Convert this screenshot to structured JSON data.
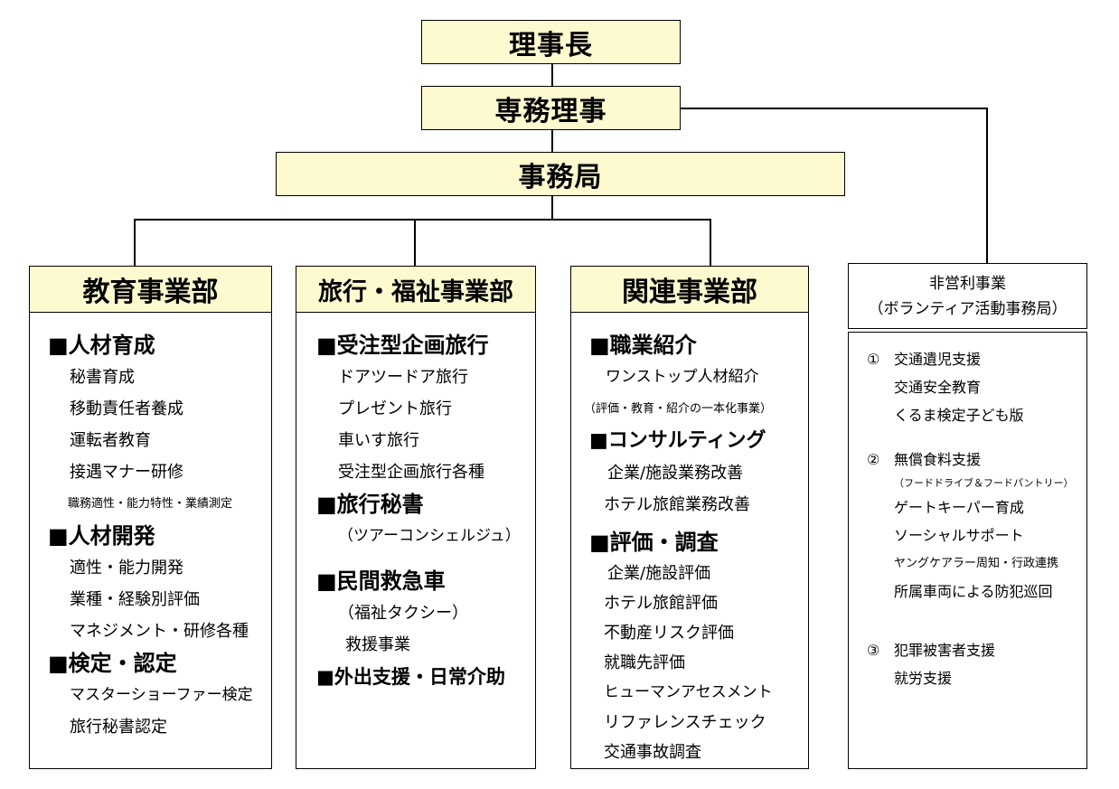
{
  "top": {
    "chairman": "理事長",
    "executive_director": "専務理事",
    "secretariat": "事務局"
  },
  "education": {
    "title": "教育事業部",
    "sections": [
      {
        "heading": "■人材育成",
        "items": [
          "秘書育成",
          "移動責任者養成",
          "運転者教育",
          "接遇マナー研修",
          "職務適性・能力特性・業績測定"
        ]
      },
      {
        "heading": "■人材開発",
        "items": [
          "適性・能力開発",
          "業種・経験別評価",
          "マネジメント・研修各種"
        ]
      },
      {
        "heading": "■検定・認定",
        "items": [
          "マスターショーファー検定",
          "旅行秘書認定"
        ]
      }
    ]
  },
  "travel": {
    "title": "旅行・福祉事業部",
    "sections": [
      {
        "heading": "■受注型企画旅行",
        "items": [
          "ドアツードア旅行",
          "プレゼント旅行",
          "車いす旅行",
          "受注型企画旅行各種"
        ]
      },
      {
        "heading": "■旅行秘書",
        "items": [
          "（ツアーコンシェルジュ）"
        ]
      },
      {
        "heading": "■民間救急車",
        "items": [
          "（福祉タクシー）",
          "救援事業"
        ]
      },
      {
        "heading": "■外出支援・日常介助",
        "items": []
      }
    ]
  },
  "related": {
    "title": "関連事業部",
    "sections": [
      {
        "heading": "■職業紹介",
        "items": [
          "ワンストップ人材紹介",
          "（評価・教育・紹介の一本化事業）"
        ]
      },
      {
        "heading": "■コンサルティング",
        "items": [
          "企業/施設業務改善",
          "ホテル旅館業務改善"
        ]
      },
      {
        "heading": "■評価・調査",
        "items": [
          "企業/施設評価",
          "ホテル旅館評価",
          "不動産リスク評価",
          "就職先評価",
          "ヒューマンアセスメント",
          "リファレンスチェック",
          "交通事故調査"
        ]
      }
    ]
  },
  "nonprofit": {
    "title_line1": "非営利事業",
    "title_line2": "（ボランティア活動事務局）",
    "groups": [
      {
        "num": "①",
        "first": "交通遺児支援",
        "items": [
          "交通安全教育",
          "くるま検定子ども版"
        ]
      },
      {
        "num": "②",
        "first": "無償食料支援",
        "items": [
          "（フードドライブ＆フードパントリー）",
          "ゲートキーパー育成",
          "ソーシャルサポート",
          "ヤングケアラー周知・行政連携",
          "所属車両による防犯巡回"
        ]
      },
      {
        "num": "③",
        "first": "犯罪被害者支援",
        "items": [
          "就労支援"
        ]
      }
    ]
  }
}
